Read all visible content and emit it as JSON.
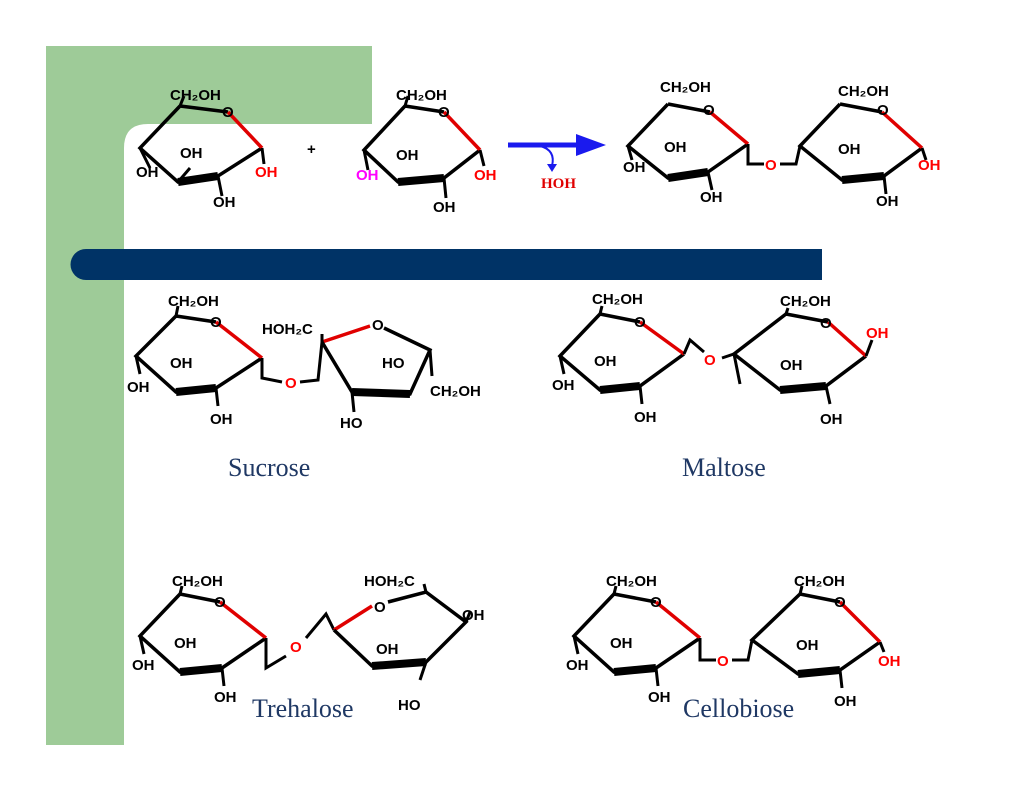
{
  "slide": {
    "accent_colors": {
      "green": "#9ecb98",
      "navy": "#003366",
      "bond_red": "#e00000",
      "arrow_blue": "#1a1aee",
      "water_magenta": "#ff00ff",
      "o_red": "#ff0000"
    }
  },
  "reaction": {
    "plus": "+",
    "byproduct": "HOH",
    "monomer_a": {
      "ch2oh": "CH₂OH",
      "ring_o": "O",
      "oh_left": "OH",
      "oh_in": "OH",
      "oh_bottom": "OH",
      "oh_right": "OH"
    },
    "monomer_b": {
      "ch2oh": "CH₂OH",
      "ring_o": "O",
      "oh_left": "OH",
      "oh_in": "OH",
      "oh_bottom": "OH",
      "oh_right": "OH"
    },
    "product": {
      "left_ch2oh": "CH₂OH",
      "left_ring_o": "O",
      "left_oh_in": "OH",
      "left_oh_left": "OH",
      "left_oh_bottom": "OH",
      "link_o": "O",
      "right_ch2oh": "CH₂OH",
      "right_ring_o": "O",
      "right_oh_in": "OH",
      "right_oh_right": "OH",
      "right_oh_bottom": "OH"
    }
  },
  "disaccharides": [
    {
      "name": "Sucrose",
      "labels": {
        "glc_ch2oh": "CH₂OH",
        "glc_o": "O",
        "glc_oh_in": "OH",
        "glc_oh_left": "OH",
        "glc_oh_bottom": "OH",
        "link_o": "O",
        "fru_hoh2c": "HOH₂C",
        "fru_o": "O",
        "fru_ho_in": "HO",
        "fru_ch2oh": "CH₂OH",
        "fru_ho_bottom": "HO"
      }
    },
    {
      "name": "Maltose",
      "labels": {
        "l_ch2oh": "CH₂OH",
        "l_o": "O",
        "l_oh_in": "OH",
        "l_oh_left": "OH",
        "l_oh_bottom": "OH",
        "link_o": "O",
        "r_ch2oh": "CH₂OH",
        "r_o": "O",
        "r_oh_in": "OH",
        "r_oh_right": "OH",
        "r_oh_bottom": "OH"
      }
    },
    {
      "name": "Trehalose",
      "labels": {
        "l_ch2oh": "CH₂OH",
        "l_o": "O",
        "l_oh_in": "OH",
        "l_oh_left": "OH",
        "l_oh_bottom": "OH",
        "link_o": "O",
        "r_hoh2c": "HOH₂C",
        "r_o": "O",
        "r_oh_in": "OH",
        "r_oh_right": "OH",
        "r_ho_bottom": "HO"
      }
    },
    {
      "name": "Cellobiose",
      "labels": {
        "l_ch2oh": "CH₂OH",
        "l_o": "O",
        "l_oh_in": "OH",
        "l_oh_left": "OH",
        "l_oh_bottom": "OH",
        "link_o": "O",
        "r_ch2oh": "CH₂OH",
        "r_o": "O",
        "r_oh_in": "OH",
        "r_oh_right": "OH",
        "r_oh_bottom": "OH"
      }
    }
  ]
}
